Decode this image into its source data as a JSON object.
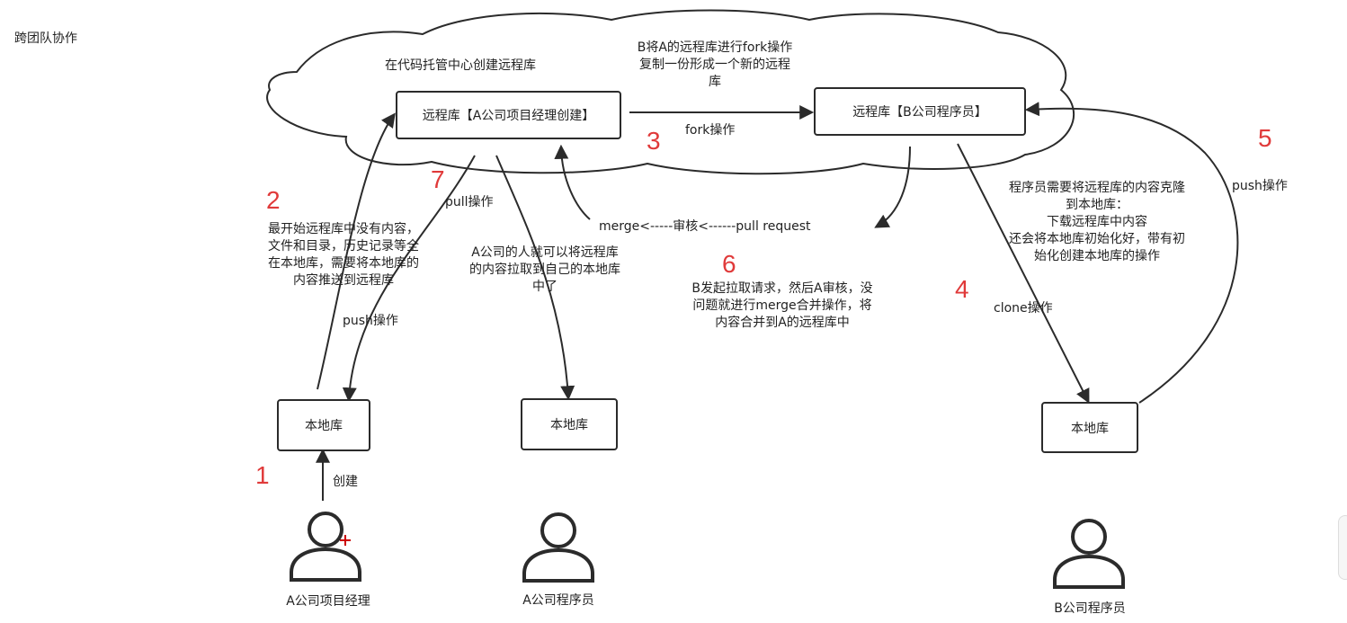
{
  "page_title": "跨团队协作",
  "cloud_note": "在代码托管中心创建远程库",
  "fork_note": [
    "B将A的远程库进行fork操作",
    "复制一份形成一个新的远程",
    "库"
  ],
  "boxes": {
    "remote_a": "远程库【A公司项目经理创建】",
    "remote_b": "远程库【B公司程序员】",
    "local_a_manager": "本地库",
    "local_a_dev": "本地库",
    "local_b": "本地库"
  },
  "edge_labels": {
    "fork": "fork操作",
    "pull": "pull操作",
    "push_a": "push操作",
    "create": "创建",
    "clone": "clone操作",
    "push_b": "push操作",
    "merge_flow": "merge<-----审核<------pull request"
  },
  "notes": {
    "push_note": [
      "最开始远程库中没有内容，",
      "文件和目录，历史记录等全",
      "在本地库，需要将本地库的",
      "内容推送到远程库"
    ],
    "pull_note": [
      "A公司的人就可以将远程库",
      "的内容拉取到自己的本地库",
      "中了"
    ],
    "pr_note": [
      "B发起拉取请求，然后A审核，没",
      "问题就进行merge合并操作，将",
      "内容合并到A的远程库中"
    ],
    "clone_note": [
      "程序员需要将远程库的内容克隆",
      "到本地库：",
      "下载远程库中内容",
      "还会将本地库初始化好，带有初",
      "始化创建本地库的操作"
    ]
  },
  "step_numbers": [
    "1",
    "2",
    "3",
    "4",
    "5",
    "6",
    "7"
  ],
  "people": [
    {
      "label": "A公司项目经理",
      "icon": "user-add-icon"
    },
    {
      "label": "A公司程序员",
      "icon": "user-icon"
    },
    {
      "label": "B公司程序员",
      "icon": "user-icon"
    }
  ],
  "colors": {
    "stroke": "#2b2b2b",
    "step_number": "#e03a3a",
    "add_badge": "#cc0000"
  }
}
